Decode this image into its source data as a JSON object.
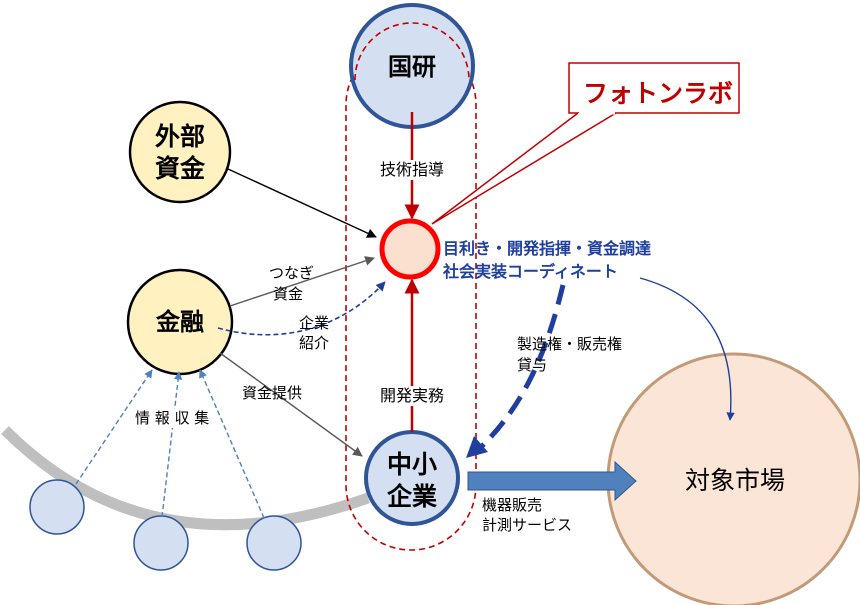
{
  "colors": {
    "red": "#c00000",
    "blue": "#1f3f9f",
    "node_yellow_fill": "#fff2c0",
    "node_blue_fill": "#d5dff2",
    "node_blue_stroke": "#2f5597",
    "market_fill": "#fbe5d6",
    "market_stroke": "#c39a78",
    "arrow_blue": "#4f81bd",
    "inner_fill": "#fbe0d0",
    "gray": "#bfbfbf"
  },
  "nodes": {
    "kokken": "国研",
    "external_funding": [
      "外部",
      "資金"
    ],
    "finance": "金融",
    "sme": [
      "中小",
      "企業"
    ],
    "target_market": "対象市場"
  },
  "callout": "フォトンラボ",
  "coordinator": [
    "目利き・開発指揮・資金調達",
    "社会実装コーディネート"
  ],
  "labels": {
    "tech_guidance": "技術指導",
    "bridge_funding": [
      "つなぎ",
      "資金"
    ],
    "company_intro": [
      "企業",
      "紹介"
    ],
    "fund_provision": "資金提供",
    "info_collection": "情 報 収 集",
    "dev_work": "開発実務",
    "rights_lending": [
      "製造権・販売権",
      "貸与"
    ],
    "sales": [
      "機器販売",
      "計測サービス"
    ]
  }
}
